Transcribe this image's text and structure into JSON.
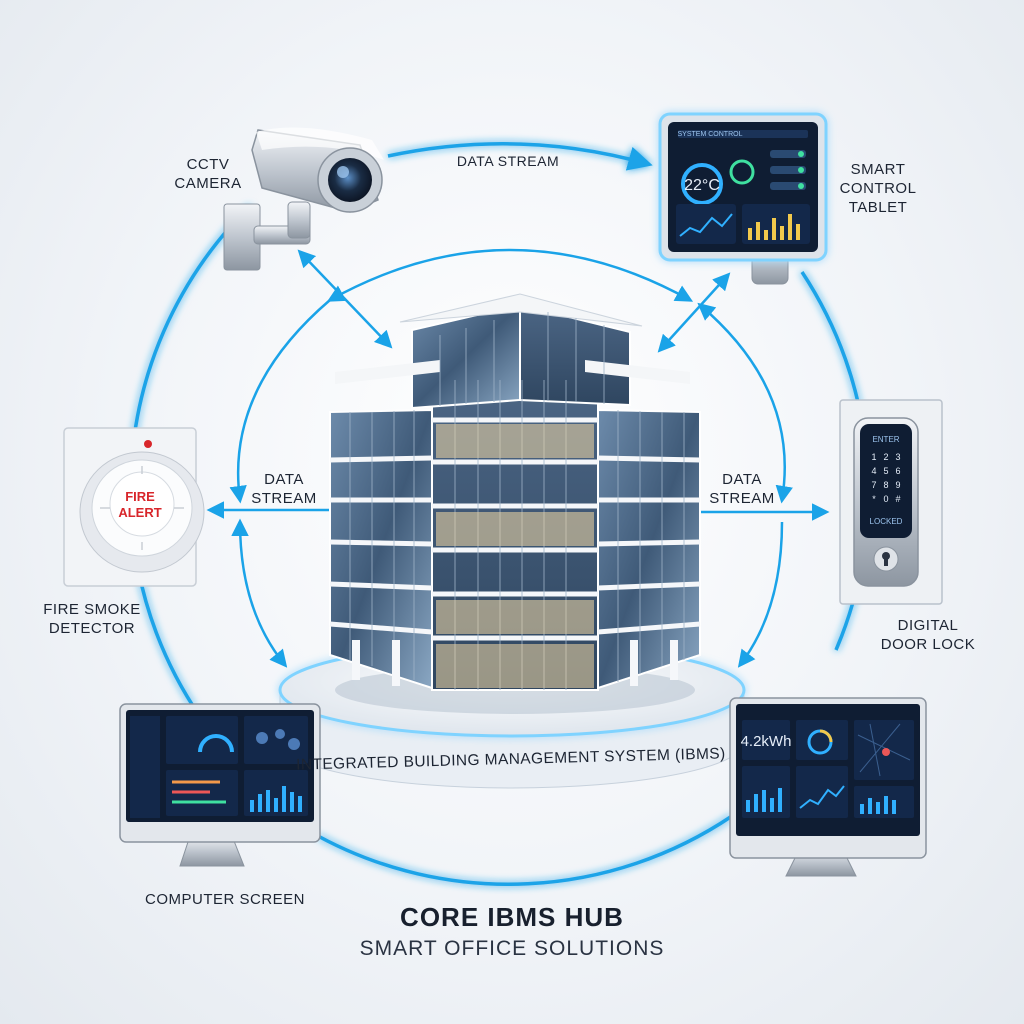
{
  "title": {
    "main": "CORE IBMS HUB",
    "subtitle": "SMART OFFICE SOLUTIONS"
  },
  "hub": {
    "label": "INTEGRATED BUILDING MANAGEMENT SYSTEM (IBMS)"
  },
  "devices": {
    "cctv": {
      "line1": "CCTV",
      "line2": "CAMERA"
    },
    "tablet": {
      "line1": "SMART",
      "line2": "CONTROL",
      "line3": "TABLET",
      "screen_temp": "22°C",
      "screen_title": "SYSTEM CONTROL"
    },
    "fire": {
      "line1": "FIRE SMOKE",
      "line2": "DETECTOR",
      "alert1": "FIRE",
      "alert2": "ALERT"
    },
    "lock": {
      "line1": "DIGITAL",
      "line2": "DOOR LOCK",
      "enter": "ENTER",
      "status": "LOCKED"
    },
    "computer_left": {
      "line1": "COMPUTER SCREEN"
    },
    "computer_right": {
      "readout": "4.2kWh"
    }
  },
  "flows": {
    "top": "DATA STREAM",
    "left": {
      "line1": "DATA",
      "line2": "STREAM"
    },
    "right": {
      "line1": "DATA",
      "line2": "STREAM"
    }
  },
  "colors": {
    "flow": "#1aa3e8",
    "glow": "#7fd3ff",
    "alert": "#d8262b",
    "screen_bg": "#0f1d33"
  },
  "icons": [
    "cctv-camera-icon",
    "control-tablet-icon",
    "smoke-detector-icon",
    "door-lock-icon",
    "desktop-monitor-icon",
    "office-building-icon"
  ]
}
